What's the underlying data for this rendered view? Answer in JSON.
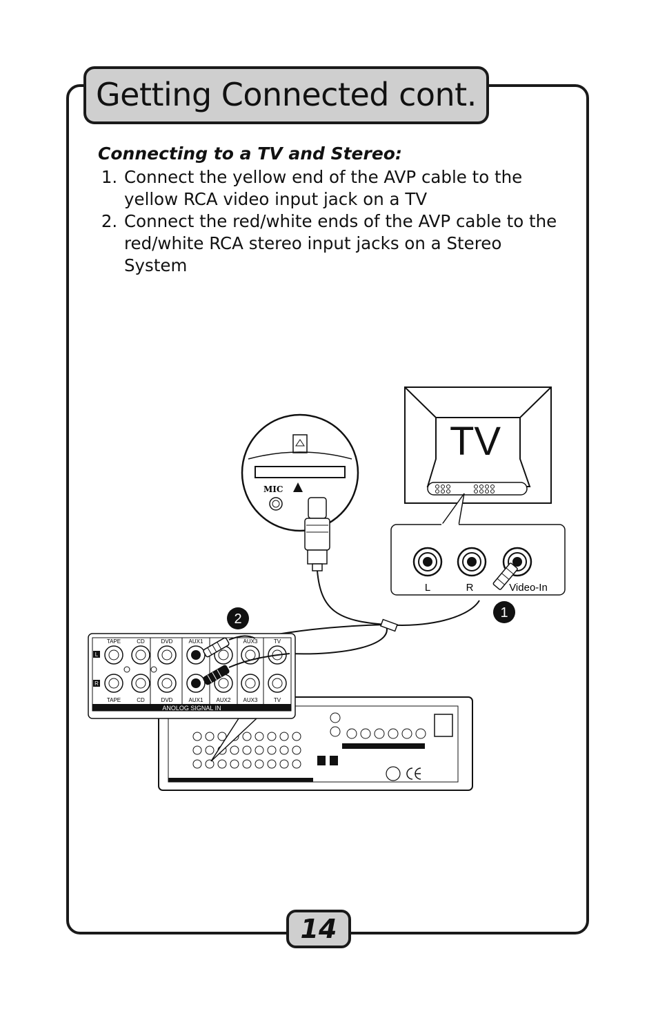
{
  "header": {
    "title": "Getting Connected cont."
  },
  "section": {
    "heading": "Connecting to a TV and Stereo:",
    "steps": [
      "Connect the yellow end of the AVP cable to the yellow RCA video input jack on a TV",
      "Connect the red/white ends of the AVP cable to the red/white RCA stereo input jacks on a Stereo System"
    ]
  },
  "diagram": {
    "tv_label": "TV",
    "mic_label": "MIC",
    "jack_labels": [
      "L",
      "R",
      "Video-In"
    ],
    "callout_1": "1",
    "callout_2": "2",
    "receiver_top_labels": [
      "TAPE",
      "CD",
      "DVD",
      "AUX1",
      "AUX3",
      "TV"
    ],
    "receiver_bottom_labels": [
      "TAPE",
      "CD",
      "DVD",
      "AUX1",
      "AUX2",
      "AUX3",
      "TV"
    ],
    "channel_l": "L",
    "channel_r": "R",
    "analog_label": "ANOLOG SIGNAL IN"
  },
  "footer": {
    "page_number": "14"
  }
}
